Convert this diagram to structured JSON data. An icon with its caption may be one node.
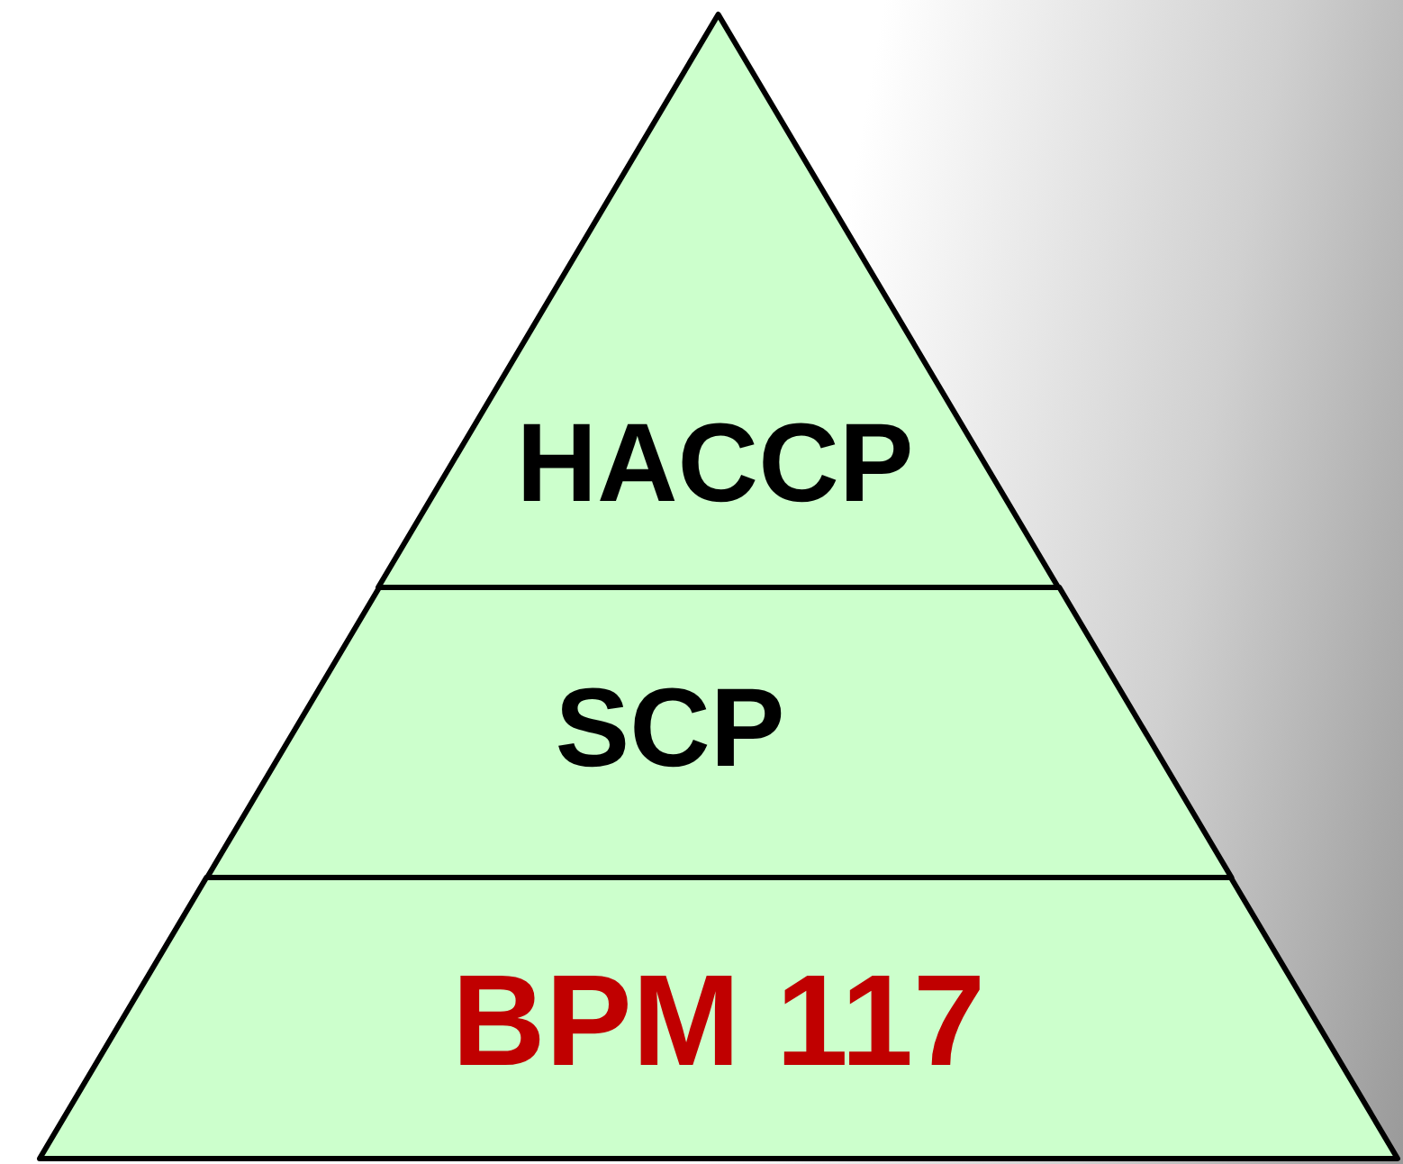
{
  "diagram": {
    "nodes": [
      {
        "text": [
          "HACCP"
        ]
      },
      {
        "text": [
          "SCP"
        ]
      },
      {
        "text": [
          "BPM 117"
        ]
      }
    ]
  }
}
